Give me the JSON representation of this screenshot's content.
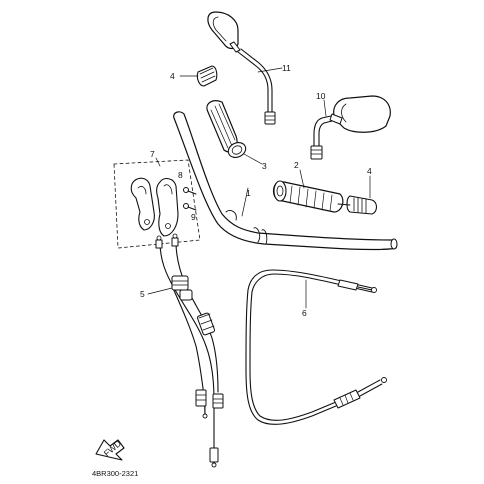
{
  "diagram": {
    "callouts": {
      "p1": "1",
      "p2": "2",
      "p3": "3",
      "p4a": "4",
      "p4b": "4",
      "p5": "5",
      "p6": "6",
      "p7": "7",
      "p8": "8",
      "p9": "9",
      "p10": "10",
      "p11": "11"
    },
    "fwd_label": "FWD",
    "diagram_code": "4BR300-2321"
  }
}
